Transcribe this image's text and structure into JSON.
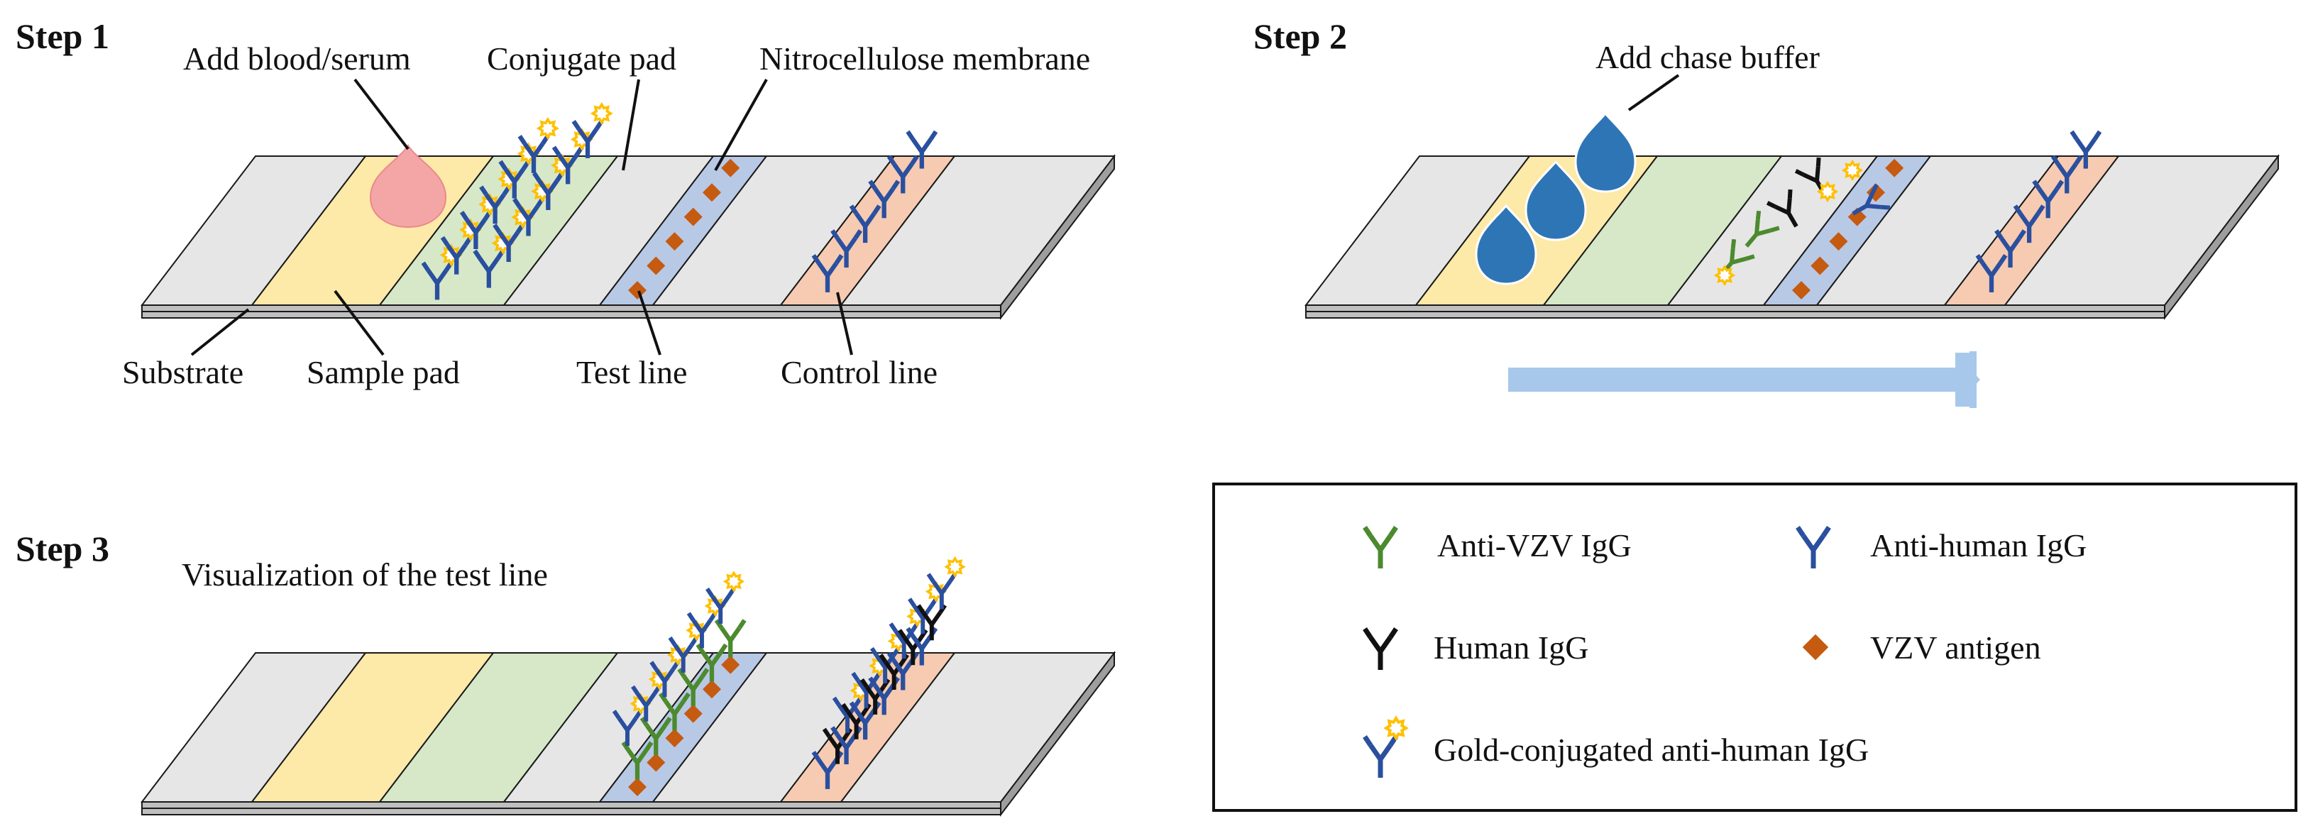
{
  "colors": {
    "sample_pad": "#fde9a8",
    "conjugate_pad": "#d6e8c8",
    "test_line": "#b8c9e6",
    "control_line": "#f6cbb2",
    "strip_gray": "#e6e6e6",
    "anti_vzv": "#4c8a2e",
    "anti_human": "#2a4f9f",
    "human_igg": "#111111",
    "antigen": "#c55a11",
    "gold": "#ffc000",
    "droplet": "#2e75b6",
    "blood": "#f4a6a6",
    "flow_arrow": "#a7c8ea"
  },
  "step1": {
    "title": "Step 1",
    "labels": {
      "add_blood": "Add blood/serum",
      "conjugate_pad": "Conjugate pad",
      "nitrocellulose": "Nitrocellulose  membrane",
      "substrate": "Substrate",
      "sample_pad": "Sample pad",
      "test_line": "Test line",
      "control_line": "Control line"
    }
  },
  "step2": {
    "title": "Step 2",
    "labels": {
      "add_chase": "Add chase buffer"
    }
  },
  "step3": {
    "title": "Step 3",
    "labels": {
      "visualization": "Visualization  of the test line"
    }
  },
  "legend": {
    "anti_vzv_igg": "Anti-VZV IgG",
    "anti_human_igg": "Anti-human IgG",
    "human_igg": "Human IgG",
    "vzv_antigen": "VZV antigen",
    "gold_conjugated": "Gold-conjugated anti-human IgG"
  }
}
